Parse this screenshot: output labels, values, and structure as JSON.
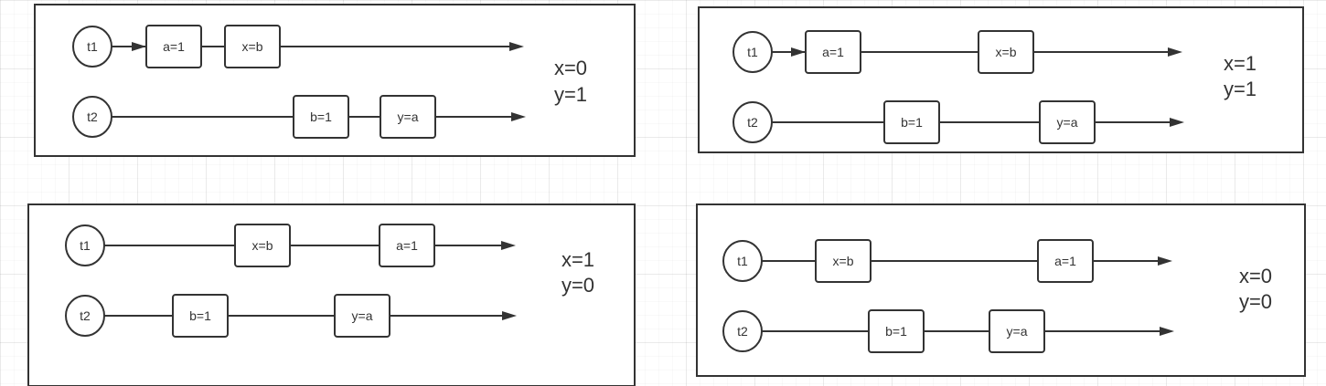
{
  "colors": {
    "stroke": "#333333",
    "background": "#ffffff",
    "grid": "#e8e8e8"
  },
  "panels": [
    {
      "threads": [
        {
          "label": "t1",
          "ops": [
            "a=1",
            "x=b"
          ]
        },
        {
          "label": "t2",
          "ops": [
            "b=1",
            "y=a"
          ]
        }
      ],
      "result": [
        "x=0",
        "y=1"
      ]
    },
    {
      "threads": [
        {
          "label": "t1",
          "ops": [
            "a=1",
            "x=b"
          ]
        },
        {
          "label": "t2",
          "ops": [
            "b=1",
            "y=a"
          ]
        }
      ],
      "result": [
        "x=1",
        "y=1"
      ]
    },
    {
      "threads": [
        {
          "label": "t1",
          "ops": [
            "x=b",
            "a=1"
          ]
        },
        {
          "label": "t2",
          "ops": [
            "b=1",
            "y=a"
          ]
        }
      ],
      "result": [
        "x=1",
        "y=0"
      ]
    },
    {
      "threads": [
        {
          "label": "t1",
          "ops": [
            "x=b",
            "a=1"
          ]
        },
        {
          "label": "t2",
          "ops": [
            "b=1",
            "y=a"
          ]
        }
      ],
      "result": [
        "x=0",
        "y=0"
      ]
    }
  ]
}
